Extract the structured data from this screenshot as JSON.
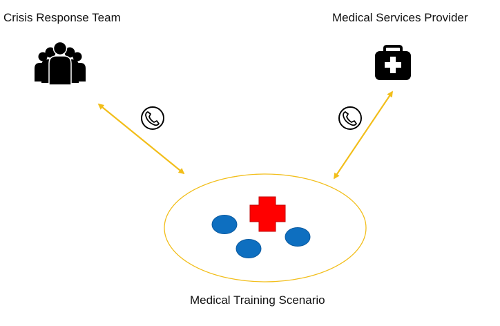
{
  "nodes": {
    "crisis_team": {
      "label": "Crisis Response Team",
      "icon": "group-people-icon"
    },
    "medical_provider": {
      "label": "Medical Services Provider",
      "icon": "first-aid-kit-icon"
    },
    "scenario": {
      "label": "Medical Training Scenario",
      "icon": "red-cross-icon"
    }
  },
  "connections": [
    {
      "from": "crisis_team",
      "to": "scenario",
      "style": "double-arrow",
      "icon": "phone-icon"
    },
    {
      "from": "medical_provider",
      "to": "scenario",
      "style": "double-arrow",
      "icon": "phone-icon"
    }
  ],
  "scenario_participants": 3,
  "colors": {
    "arrow": "#F2BE1A",
    "ellipse": "#F2BE1A",
    "cross": "#FF0000",
    "participant": "#0E6FC0",
    "icon": "#000000"
  }
}
